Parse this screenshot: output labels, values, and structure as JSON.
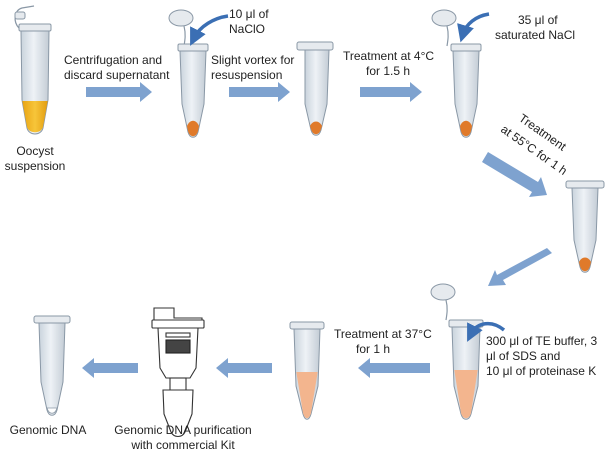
{
  "colors": {
    "arrow": "#7ea2cf",
    "curved_arrow": "#3b6fb4",
    "tube_body": "#dfe7ee",
    "tube_outline": "#8a98a6",
    "tube_cap": "#e6eaee",
    "oocyst_yellow": "#f2b41c",
    "pellet_orange": "#e07a2a",
    "pellet_light": "#f3b58e",
    "label": "#222222"
  },
  "labels": {
    "oocyst_1": "Oocyst",
    "oocyst_2": "suspension",
    "centrifugation_1": "Centrifugation and",
    "centrifugation_2": "discard supernatant",
    "naclo_1": "10 μl of",
    "naclo_2": "NaClO",
    "vortex_1": "Slight vortex for",
    "vortex_2": "resuspension",
    "treat4_1": "Treatment  at 4°C",
    "treat4_2": "for 1.5 h",
    "nacl_1": "35 μl of",
    "nacl_2": "saturated NaCl",
    "treat55_1": "Treatment",
    "treat55_2": "at 55°C for 1 h",
    "te_1": "300 μl of TE buffer, 3",
    "te_2": "μl of SDS and",
    "te_3": "10 μl of proteinase K",
    "treat37_1": "Treatment  at 37°C",
    "treat37_2": "for 1 h",
    "purif_1": "Genomic DNA purification",
    "purif_2": "with commercial Kit",
    "genomic": "Genomic DNA"
  }
}
